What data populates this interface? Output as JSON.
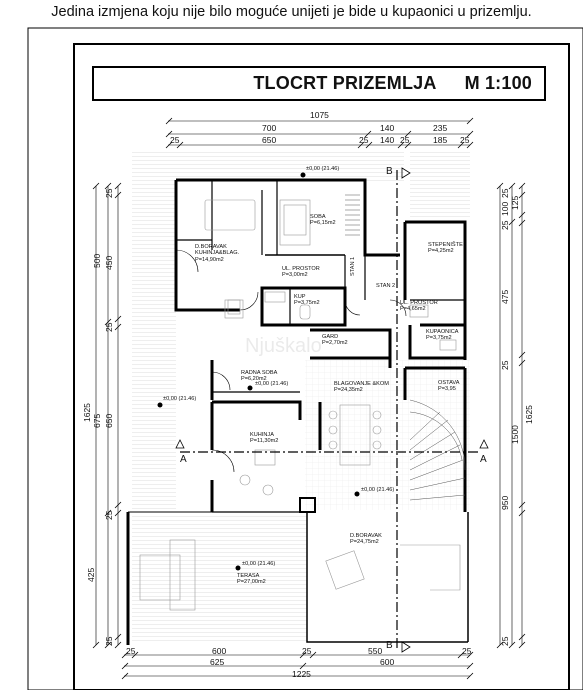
{
  "caption": "Jedina izmjena koju nije bilo moguće unijeti je bide u kupaonici u prizemlju.",
  "title": "TLOCRT PRIZEMLJA",
  "scale": "M 1:100",
  "watermark": "Njuškalo",
  "rooms": [
    {
      "name": "SOBA",
      "area": "P=6,15m2"
    },
    {
      "name": "D.BORAVAK\nKUHINJA&BLAG.",
      "area": "P=14,90m2"
    },
    {
      "name": "UL. PROSTOR",
      "area": "P=3,00m2"
    },
    {
      "name": "KUP",
      "area": "P=3,75m2"
    },
    {
      "name": "STEPENIŠTE",
      "area": "P=4,25m2"
    },
    {
      "name": "UL. PROSTOR",
      "area": "P=4,65m2"
    },
    {
      "name": "KUPAONICA",
      "area": "P=3,75m2"
    },
    {
      "name": "GARD",
      "area": "P=2,70m2"
    },
    {
      "name": "RADNA SOBA",
      "area": "P=6,20m2"
    },
    {
      "name": "BLAGOVANJE &KOM",
      "area": "P=24,35m2"
    },
    {
      "name": "OSTAVA",
      "area": "P=3,95"
    },
    {
      "name": "KUHINJA",
      "area": "P=11,30m2"
    },
    {
      "name": "D.BORAVAK",
      "area": "P=24,75m2"
    },
    {
      "name": "TERASA",
      "area": "P=27,00m2"
    }
  ],
  "labels": {
    "stan1": "STAN 1",
    "stan2": "STAN 2"
  },
  "levels": [
    "±0,00 (21.46)",
    "±0,00 (21.46)",
    "±0,00 (21.46)",
    "±0,00 (21.46)",
    "±0,00 (21.46)"
  ],
  "section_marks": [
    "A",
    "A",
    "B",
    "B"
  ],
  "dims_top": [
    "1075",
    "700",
    "140",
    "235",
    "25",
    "650",
    "25",
    "140",
    "25",
    "185",
    "25"
  ],
  "dims_bottom": [
    "25",
    "600",
    "25",
    "550",
    "25",
    "625",
    "600",
    "1225"
  ],
  "dims_left": [
    "25",
    "500",
    "450",
    "25",
    "1625",
    "675",
    "650",
    "25",
    "425",
    "25"
  ],
  "dims_right": [
    "25",
    "100",
    "25",
    "125",
    "475",
    "25",
    "1625",
    "1500",
    "950",
    "25"
  ]
}
